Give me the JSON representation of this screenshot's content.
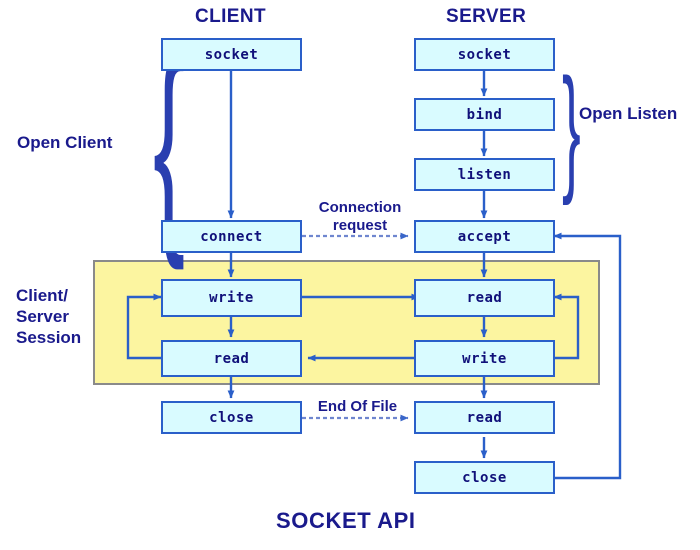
{
  "diagram": {
    "title": "SOCKET API",
    "columns": {
      "client": "CLIENT",
      "server": "SERVER"
    },
    "group_labels": {
      "open_client": "Open Client",
      "open_listen": "Open Listen",
      "session_line1": "Client/",
      "session_line2": "Server",
      "session_line3": "Session"
    },
    "edge_labels": {
      "connection_line1": "Connection",
      "connection_line2": "request",
      "end_of_file": "End Of File"
    },
    "nodes": {
      "client_socket": "socket",
      "client_connect": "connect",
      "client_write": "write",
      "client_read": "read",
      "client_close": "close",
      "server_socket": "socket",
      "server_bind": "bind",
      "server_listen": "listen",
      "server_accept": "accept",
      "server_read": "read",
      "server_write": "write",
      "server_read2": "read",
      "server_close": "close"
    },
    "colors": {
      "node_fill": "#d9fbff",
      "node_border": "#2a5fc9",
      "session_fill": "#fcf5a0",
      "session_border": "#8a8a8a",
      "text_blue": "#1a1a8c",
      "arrow_blue": "#2a5fc9",
      "dotted_arrow": "#6f86cf",
      "background": "#ffffff"
    }
  }
}
